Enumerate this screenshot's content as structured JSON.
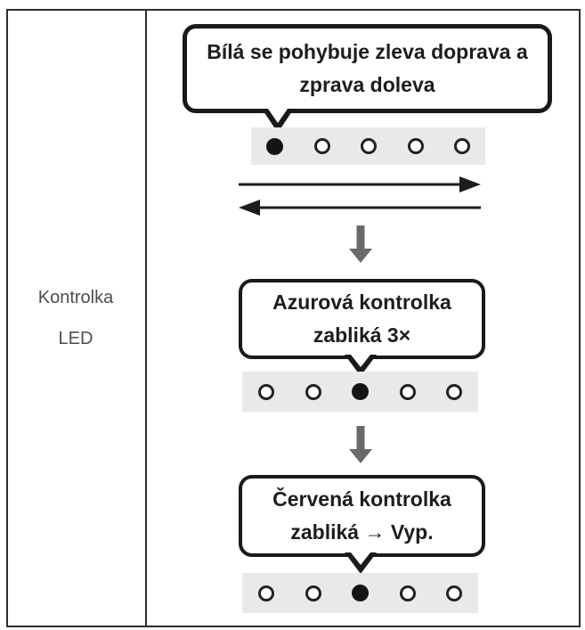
{
  "header": {
    "line1": "Kontrolka",
    "line2": "LED"
  },
  "steps": [
    {
      "bubble": {
        "line1": "Bílá se pohybuje zleva doprava a",
        "line2": "zprava doleva"
      },
      "leds": [
        1,
        0,
        0,
        0,
        0
      ],
      "motion_arrows": [
        "left-to-right",
        "right-to-left"
      ]
    },
    {
      "bubble": {
        "line1": "Azurová kontrolka",
        "line2": "zabliká 3×"
      },
      "leds": [
        0,
        0,
        1,
        0,
        0
      ]
    },
    {
      "bubble": {
        "line1": "Červená kontrolka",
        "line2": "zabliká → Vyp."
      },
      "leds": [
        0,
        0,
        1,
        0,
        0
      ]
    }
  ],
  "icons": {
    "bubble_pointer": "speech-tail-icon",
    "motion_right": "right-arrow-icon",
    "motion_left": "left-arrow-icon",
    "flow": "down-arrow-icon",
    "led_on": "led-dot-on",
    "led_off": "led-dot-off"
  },
  "colors": {
    "ink": "#1c1c1c",
    "bubble_border": "#1a1a1a",
    "table_border": "#2e2e2e",
    "header_text": "#4d4d4d",
    "strip_bg": "#e9e9e9",
    "down_arrow": "#6a6a6a",
    "background": "#ffffff"
  }
}
